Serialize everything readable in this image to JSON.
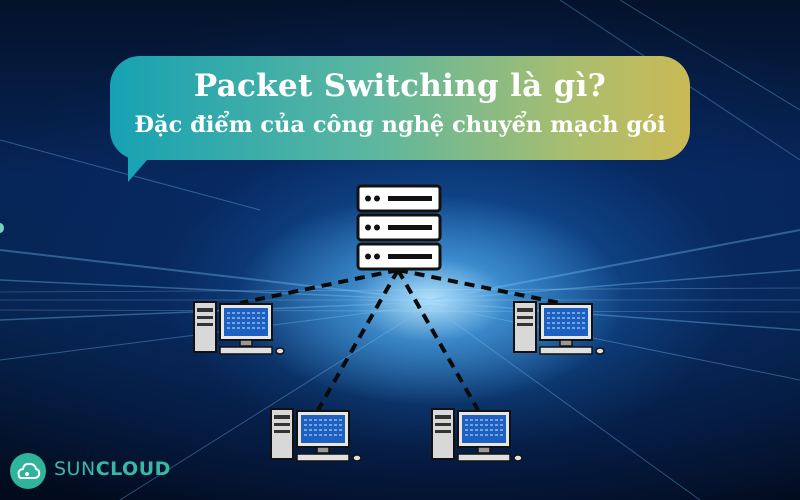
{
  "banner": {
    "title": "Packet Switching là gì?",
    "subtitle": "Đặc điểm của công nghệ chuyển mạch gói"
  },
  "logo": {
    "brand_part1": "SUN",
    "brand_part2": "CLOUD"
  },
  "diagram": {
    "server_icon": "server-rack-icon",
    "computer_icon": "desktop-computer-icon",
    "link_style": "dashed"
  },
  "colors": {
    "bubble_start": "#16a2b3",
    "bubble_end": "#cbb955",
    "brand": "#39b8a4"
  }
}
